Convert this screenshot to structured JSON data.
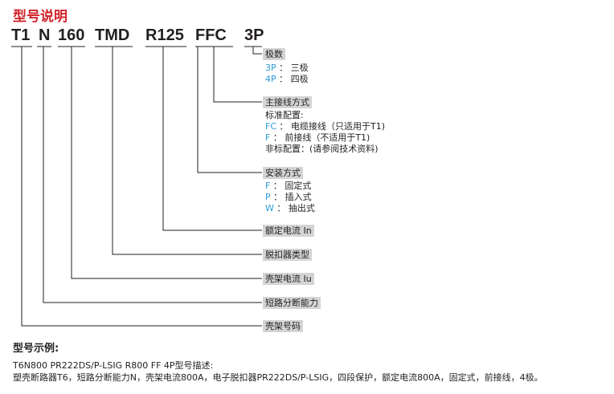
{
  "title": "型号说明",
  "code_parts": [
    "T1",
    "N",
    "160",
    "TMD",
    "R125",
    "FFC",
    "3P"
  ],
  "poles": {
    "label": "极数",
    "options": [
      {
        "key": "3P",
        "sep": "：",
        "text": "三极"
      },
      {
        "key": "4P",
        "sep": "：",
        "text": "四极"
      }
    ]
  },
  "main_wiring": {
    "label": "主接线方式",
    "standard_label": "标准配置:",
    "options": [
      {
        "key": "FC",
        "sep": "：",
        "text": "电缆接线（只适用于T1)"
      },
      {
        "key": "F",
        "sep": "：",
        "text": "前接线（不适用于T1)"
      }
    ],
    "nonstandard": "非标配置：(请参阅技术资料)"
  },
  "installation": {
    "label": "安装方式",
    "options": [
      {
        "key": "F",
        "sep": "：",
        "text": "固定式"
      },
      {
        "key": "P",
        "sep": "：",
        "text": "插入式"
      },
      {
        "key": "W",
        "sep": "：",
        "text": "抽出式"
      }
    ]
  },
  "rated_current": "额定电流 In",
  "release_type": "脱扣器类型",
  "frame_current": "壳架电流 Iu",
  "breaking_capacity": "短路分断能力",
  "frame_code": "壳架号码",
  "example": {
    "title": "型号示例:",
    "line1": "T6N800 PR222DS/P-LSIG R800 FF 4P型号描述:",
    "line2": "塑壳断路器T6，短路分断能力N，壳架电流800A，电子脱扣器PR222DS/P-LSIG，四段保护，额定电流800A，固定式，前接线，4极。"
  },
  "colors": {
    "title": "#d2232a",
    "key": "#2b9bd7",
    "label_bg": "#d4d4d4",
    "text": "#231f20"
  }
}
